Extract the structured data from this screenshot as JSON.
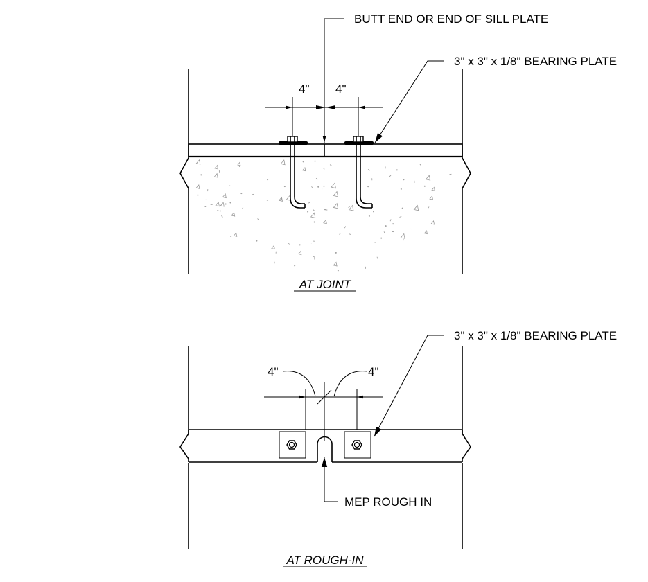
{
  "upper_detail": {
    "callout_sill_end": "BUTT END OR END OF SILL PLATE",
    "callout_bearing_plate": "3\" x 3\" x 1/8\" BEARING PLATE",
    "dim_left": "4\"",
    "dim_right": "4\"",
    "title": "AT JOINT"
  },
  "lower_detail": {
    "callout_bearing_plate": "3\" x 3\" x 1/8\" BEARING PLATE",
    "callout_mep": "MEP ROUGH IN",
    "dim_left": "4\"",
    "dim_right": "4\"",
    "title": "AT ROUGH-IN"
  }
}
